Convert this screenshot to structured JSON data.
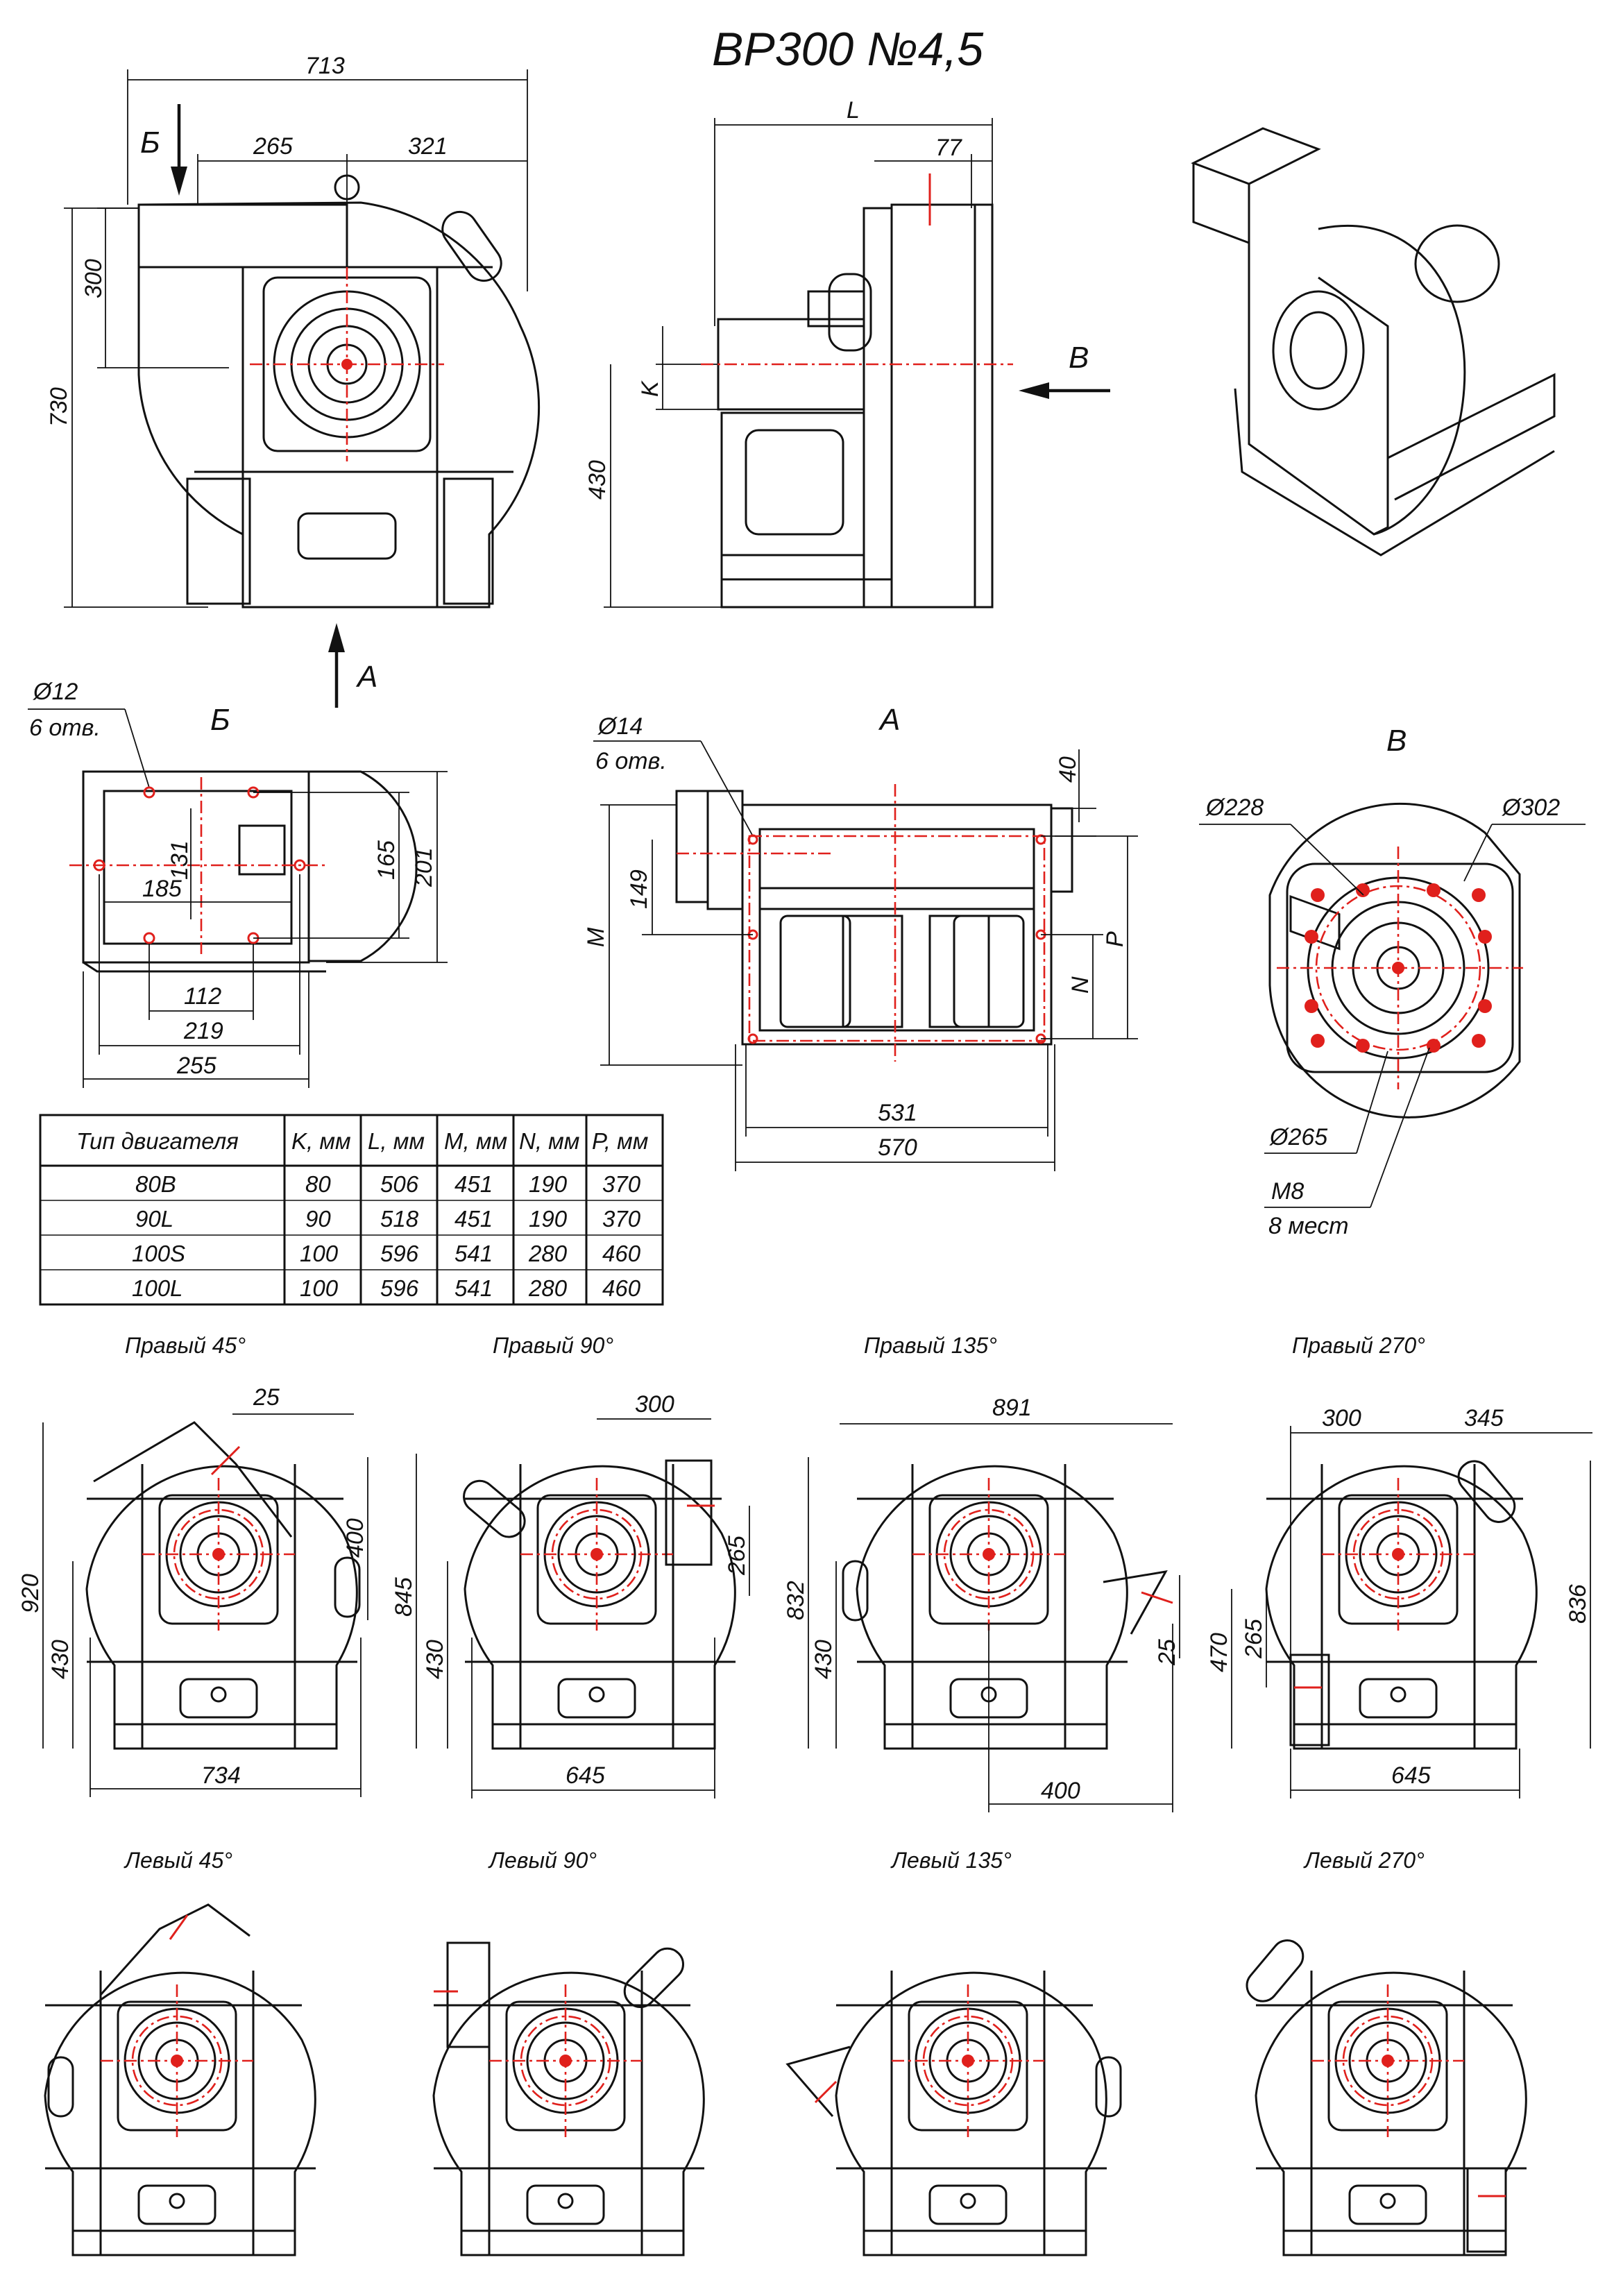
{
  "title": "ВР300 №4,5",
  "views": {
    "front": {
      "dims": [
        "713",
        "265",
        "321",
        "300",
        "730"
      ],
      "arrow_b": "Б",
      "arrow_a": "А"
    },
    "side": {
      "dims": [
        "L",
        "77",
        "K",
        "430"
      ],
      "arrow_v": "В"
    },
    "view_b": {
      "label": "Б",
      "hole_label": "Ø12",
      "hole_count": "6 отв.",
      "dims": [
        "131",
        "185",
        "165",
        "201",
        "112",
        "219",
        "255"
      ]
    },
    "view_a": {
      "label": "А",
      "hole_label": "Ø14",
      "hole_count": "6 отв.",
      "dims": [
        "40",
        "149",
        "M",
        "P",
        "N",
        "531",
        "570"
      ]
    },
    "view_v": {
      "label": "В",
      "dims": [
        "Ø228",
        "Ø302",
        "Ø265",
        "M8",
        "8 мест"
      ]
    }
  },
  "motor_table": {
    "headers": [
      "Тип двигателя",
      "K, мм",
      "L, мм",
      "M, мм",
      "N, мм",
      "P, мм"
    ],
    "rows": [
      [
        "80В",
        "80",
        "506",
        "451",
        "190",
        "370"
      ],
      [
        "90L",
        "90",
        "518",
        "451",
        "190",
        "370"
      ],
      [
        "100S",
        "100",
        "596",
        "541",
        "280",
        "460"
      ],
      [
        "100L",
        "100",
        "596",
        "541",
        "280",
        "460"
      ]
    ]
  },
  "positions_right": [
    {
      "caption": "Правый 45°",
      "dims": [
        "25",
        "400",
        "920",
        "430",
        "734"
      ]
    },
    {
      "caption": "Правый 90°",
      "dims": [
        "300",
        "265",
        "845",
        "430",
        "645"
      ]
    },
    {
      "caption": "Правый 135°",
      "dims": [
        "891",
        "832",
        "430",
        "25",
        "400"
      ]
    },
    {
      "caption": "Правый 270°",
      "dims": [
        "300",
        "345",
        "470",
        "265",
        "836",
        "645"
      ]
    }
  ],
  "positions_left": [
    {
      "caption": "Левый 45°"
    },
    {
      "caption": "Левый 90°"
    },
    {
      "caption": "Левый 135°"
    },
    {
      "caption": "Левый 270°"
    }
  ]
}
